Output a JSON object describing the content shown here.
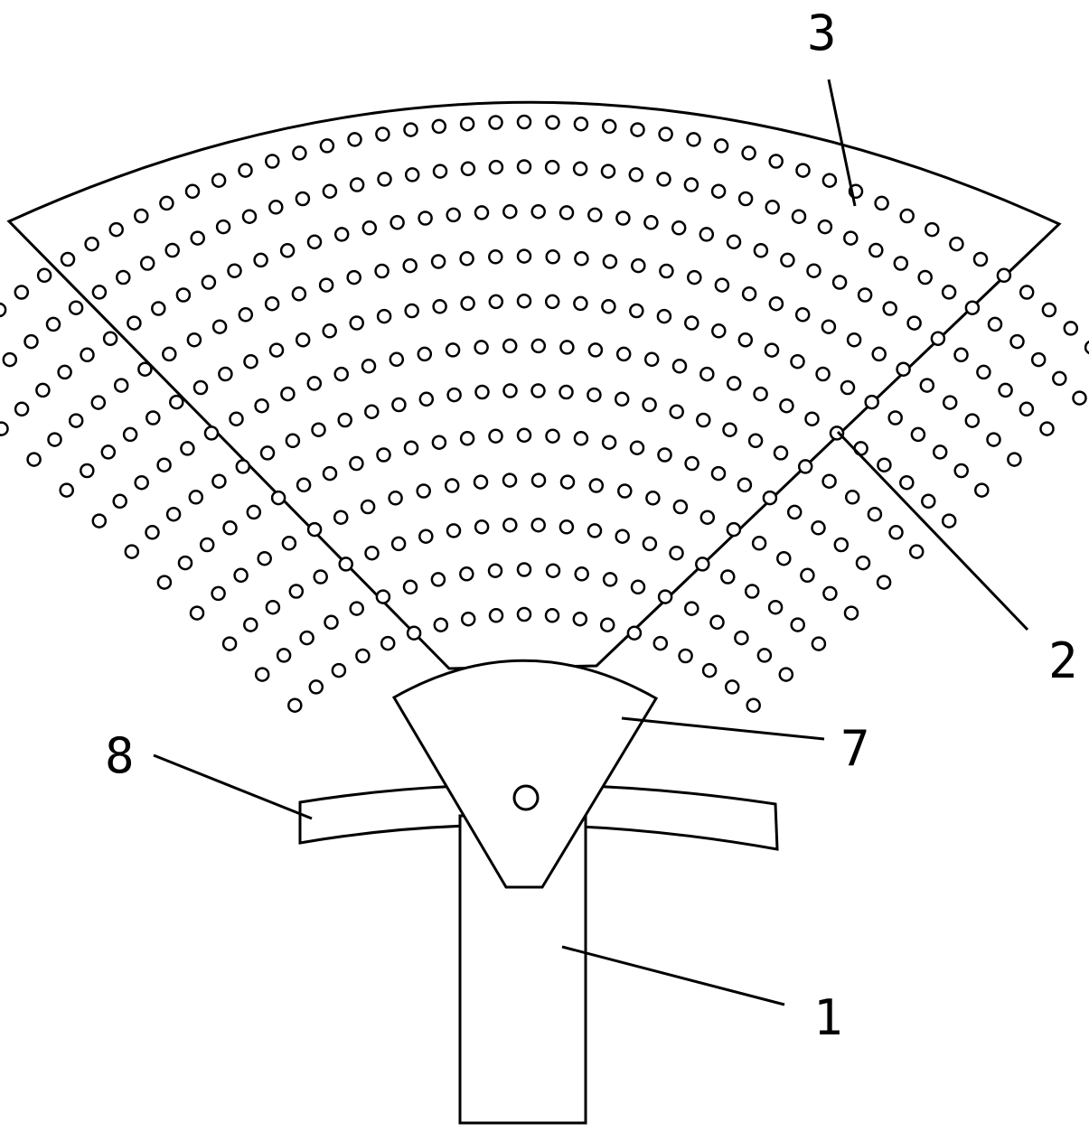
{
  "figure": {
    "parts": [
      {
        "id": "handle",
        "label": "1"
      },
      {
        "id": "fan-blade",
        "label": "2"
      },
      {
        "id": "ventilation-hole",
        "label": "3"
      },
      {
        "id": "rotating-joint",
        "label": "7"
      },
      {
        "id": "curved-guide-rail",
        "label": "8"
      }
    ],
    "hole_rows": 12
  }
}
